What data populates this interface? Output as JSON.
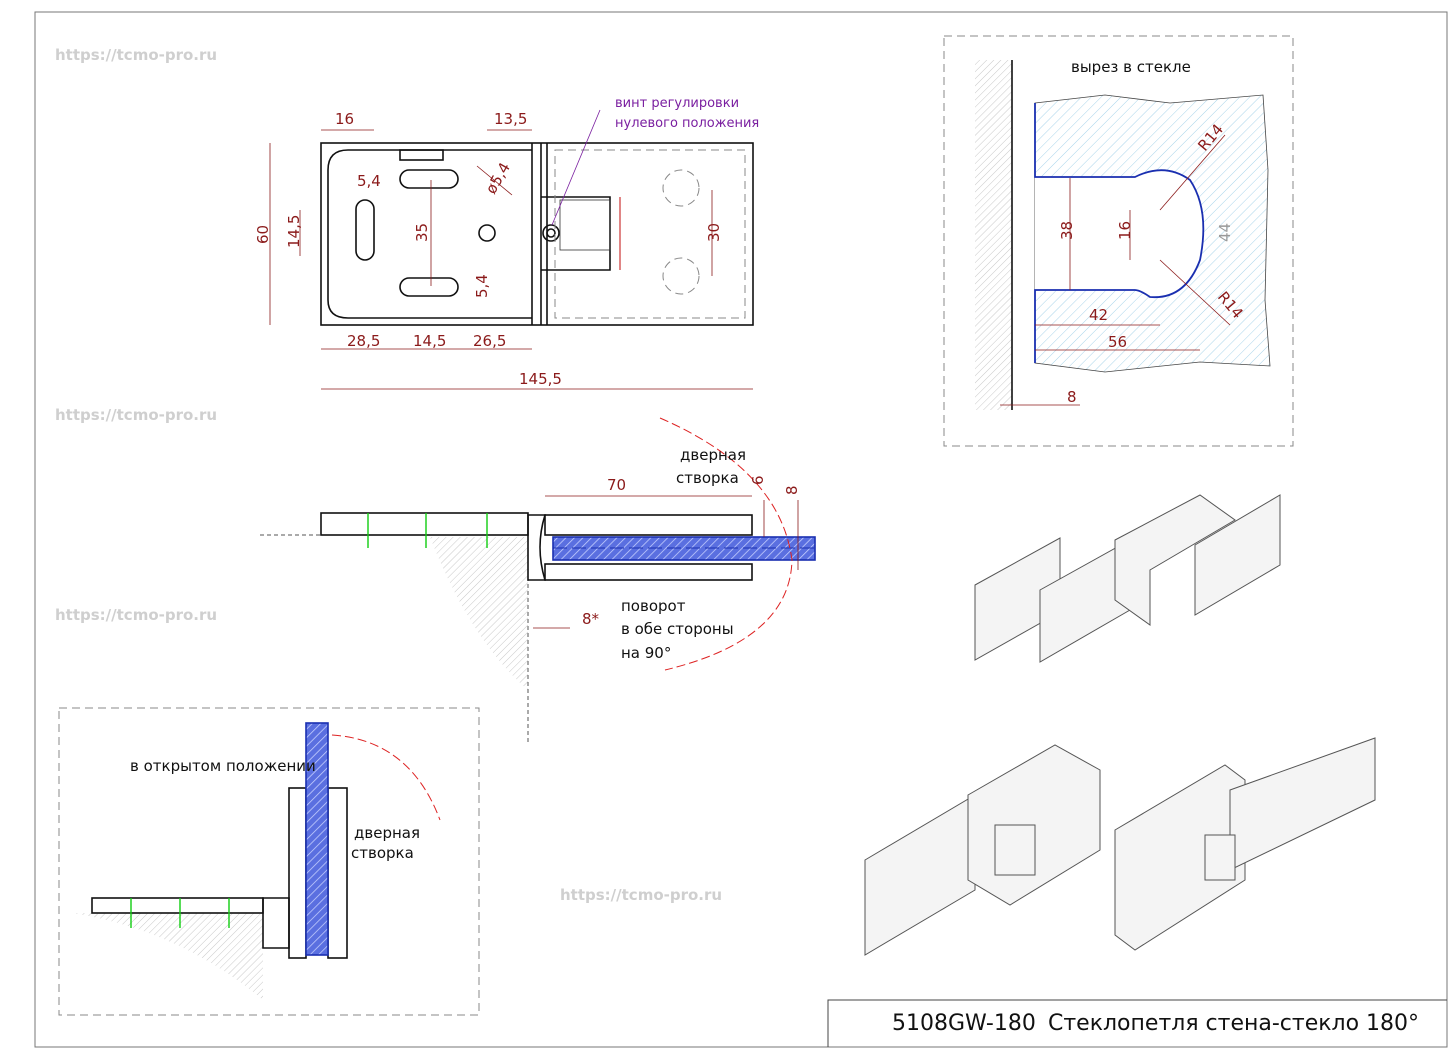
{
  "title_block": {
    "code": "5108GW-180",
    "name": "Стеклопетля стена-стекло 180°"
  },
  "watermark": "https://tcmo-pro.ru",
  "top_view": {
    "note_line1": "винт регулировки",
    "note_line2": "нулевого положения",
    "dims": {
      "d16": "16",
      "d13_5": "13,5",
      "d60": "60",
      "d14_5v": "14,5",
      "d5_4a": "5,4",
      "d35": "35",
      "d_dia": "ø5,4",
      "d5_4b": "5,4",
      "d30": "30",
      "d28_5": "28,5",
      "d14_5h": "14,5",
      "d26_5": "26,5",
      "d145_5": "145,5"
    }
  },
  "cutout": {
    "title": "вырез в стекле",
    "dims": {
      "r14a": "R14",
      "d38": "38",
      "d16": "16",
      "d44": "44",
      "r14b": "R14",
      "d42": "42",
      "d56": "56",
      "d8": "8"
    }
  },
  "side_view": {
    "door_line1": "дверная",
    "door_line2": "створка",
    "d70": "70",
    "d6": "6",
    "d8": "8",
    "d8star": "8*",
    "rot_line1": "поворот",
    "rot_line2": "в обе стороны",
    "rot_line3": "на 90°"
  },
  "open_view": {
    "label": "в открытом положении",
    "door_line1": "дверная",
    "door_line2": "створка"
  }
}
